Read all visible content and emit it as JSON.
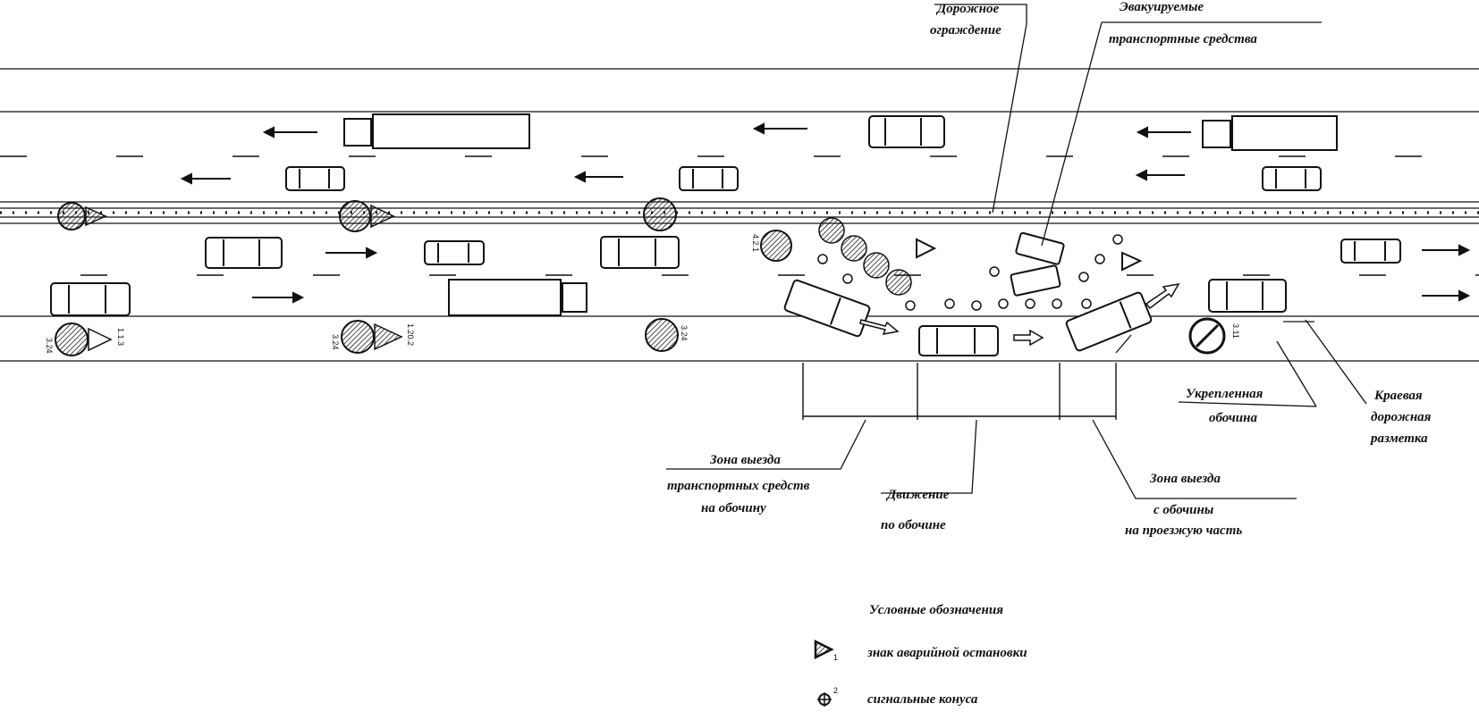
{
  "labels": {
    "road_barrier": [
      "Дорожное",
      "ограждение"
    ],
    "evacuated_vehicles": [
      "Эвакуируемые",
      "транспортные средства"
    ],
    "reinforced_shoulder": [
      "Укрепленная",
      "обочина"
    ],
    "edge_marking": [
      "Краевая",
      "дорожная",
      "разметка"
    ],
    "exit_to_shoulder_zone": [
      "Зона выезда",
      "транспортных средств",
      "на обочину"
    ],
    "shoulder_movement": [
      "Движение",
      "по обочине"
    ],
    "exit_from_shoulder_zone": [
      "Зона выезда",
      "с обочины",
      "на проезжую часть"
    ]
  },
  "legend": {
    "title": "Условные обозначения",
    "items": [
      {
        "icon": "emergency-stop-sign-icon",
        "label": "знак аварийной остановки"
      },
      {
        "icon": "traffic-cone-icon",
        "label": "сигнальные конуса"
      }
    ]
  },
  "sign_codes": [
    "3.24",
    "1.1.3",
    "3.24",
    "1.20.2",
    "3.24",
    "4.2.1",
    "3.11"
  ]
}
